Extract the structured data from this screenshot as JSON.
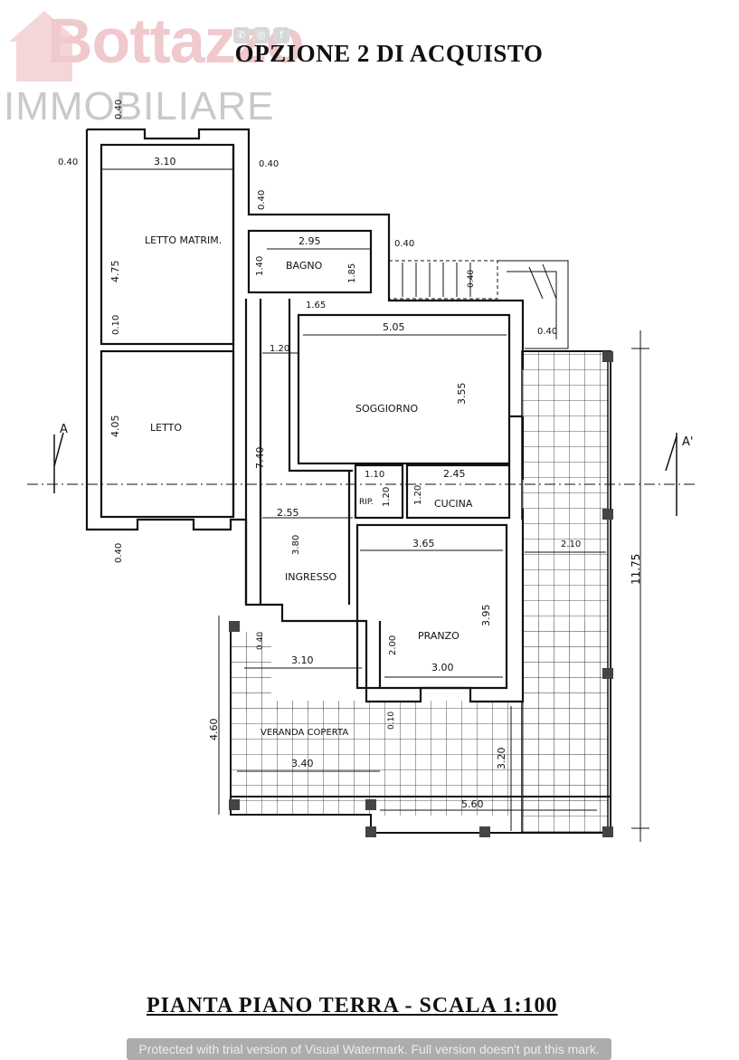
{
  "logo": {
    "brand_name": "Bottazzo",
    "subtitle": "IMMOBILIARE"
  },
  "social_icons": [
    "whatsapp-icon",
    "instagram-icon",
    "facebook-icon"
  ],
  "title": "OPZIONE 2 DI ACQUISTO",
  "rooms": {
    "letto_matrimoniale": "LETTO MATRIM.",
    "bagno": "BAGNO",
    "soggiorno": "SOGGIORNO",
    "letto": "LETTO",
    "ripostiglio": "RIP.",
    "cucina": "CUCINA",
    "ingresso": "INGRESSO",
    "pranzo": "PRANZO",
    "veranda": "VERANDA COPERTA"
  },
  "section_marks": {
    "left": "A",
    "right": "A'"
  },
  "dimensions": {
    "d_top_040": "0.40",
    "d_left_040": "0.40",
    "d_mid_040": "0.40",
    "d_310_top": "3.10",
    "d_040_vert": "0.40",
    "d_295": "2.95",
    "d_040_bagno": "0.40",
    "d_475": "4.75",
    "d_140": "1.40",
    "d_185": "1.85",
    "d_040_stair": "0.40",
    "d_165": "1.65",
    "d_010": "0.10",
    "d_505": "5.05",
    "d_040_right": "0.40",
    "d_120_corr": "1.20",
    "d_355": "3.55",
    "d_405": "4.05",
    "d_740": "7.40",
    "d_110": "1.10",
    "d_120_rip": "1.20",
    "d_120_cuc": "1.20",
    "d_245": "2.45",
    "d_255": "2.55",
    "d_040_bottom": "0.40",
    "d_365": "3.65",
    "d_210": "2.10",
    "d_1175": "11.75",
    "d_380": "3.80",
    "d_395": "3.95",
    "d_200": "2.00",
    "d_300": "3.00",
    "d_040_ver": "0.40",
    "d_310_ver": "3.10",
    "d_460": "4.60",
    "d_010_ver": "0.10",
    "d_340": "3.40",
    "d_320": "3.20",
    "d_560": "5.60"
  },
  "footer_title": "PIANTA PIANO TERRA - SCALA 1:100",
  "watermark": "Protected with trial version of Visual Watermark. Full version doesn't put this mark."
}
